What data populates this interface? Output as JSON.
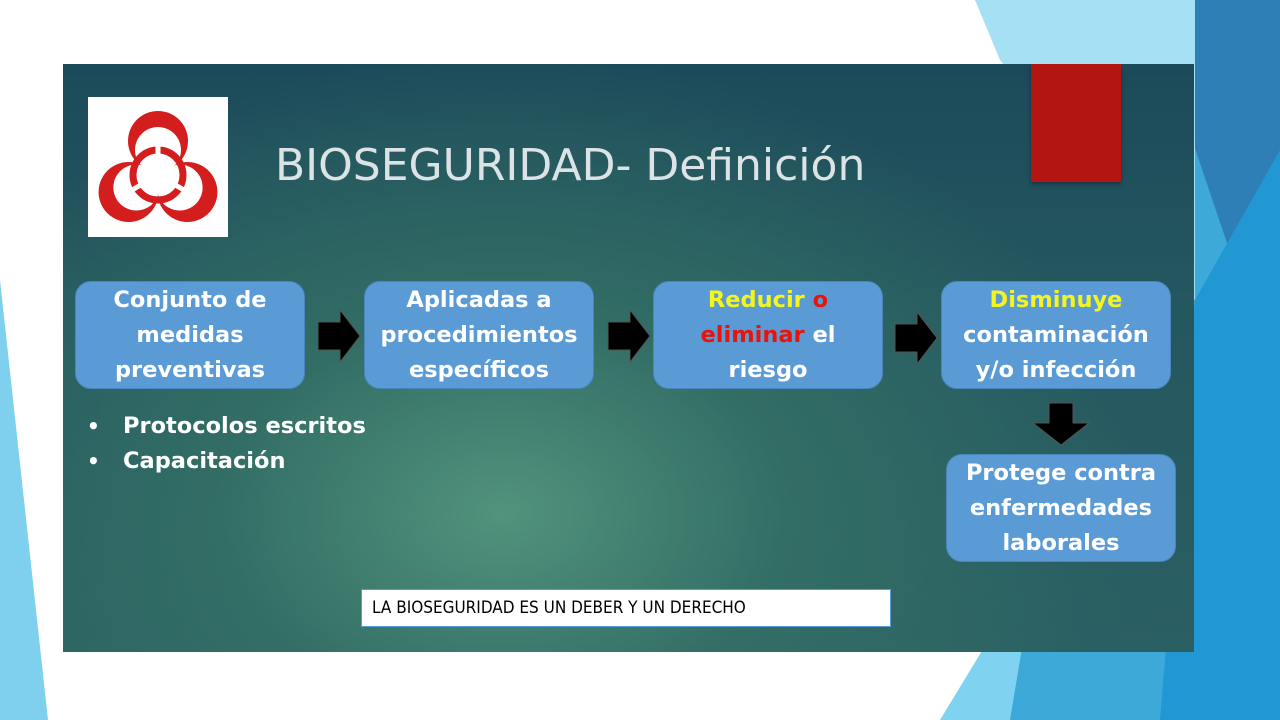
{
  "slide": {
    "title": "BIOSEGURIDAD- Definición",
    "flow": [
      {
        "lines": [
          "Conjunto de",
          "medidas",
          "preventivas"
        ]
      },
      {
        "lines": [
          "Aplicadas a",
          "procedimientos",
          "específicos"
        ]
      },
      {
        "line1_a": "Reducir",
        "line1_b": "o",
        "line2_a": "eliminar",
        "line2_b": "el",
        "line3": "riesgo"
      },
      {
        "line1": "Disminuye",
        "line2": "contaminación",
        "line3": "y/o infección"
      },
      {
        "lines": [
          "Protege contra",
          "enfermedades",
          "laborales"
        ]
      }
    ],
    "bullets": [
      "Protocolos escritos",
      "Capacitación"
    ],
    "banner": "LA BIOSEGURIDAD ES UN DEBER Y UN DERECHO"
  },
  "icons": {
    "biohazard": "biohazard-icon",
    "arrows": "arrow-right-icon"
  },
  "colors": {
    "box_fill": "#5b9bd5",
    "highlight_yellow": "#f5f51d",
    "highlight_red": "#e8140c",
    "biohazard_red": "#d41e1e",
    "red_bar": "#b31612"
  }
}
